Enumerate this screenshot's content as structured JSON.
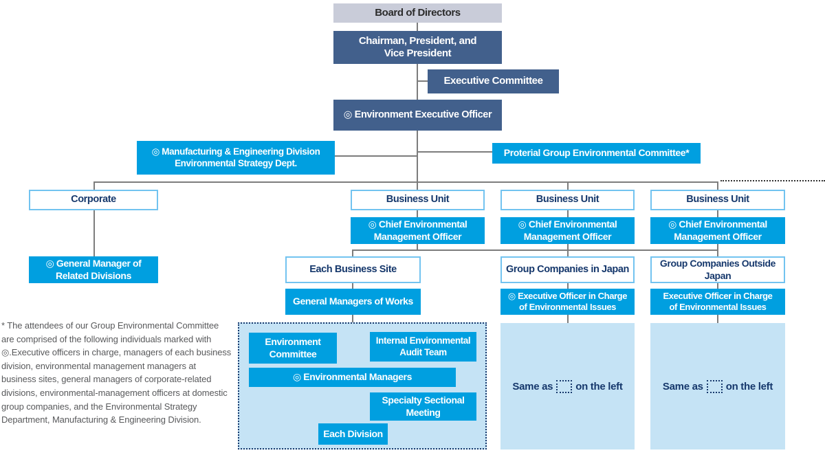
{
  "org": {
    "board": "Board of Directors",
    "chairman": "Chairman, President, and\nVice President",
    "executive_committee": "Executive Committee",
    "environment_executive_officer": "◎ Environment Executive Officer",
    "manufacturing_env_strategy": "◎ Manufacturing & Engineering Division\nEnvironmental Strategy Dept.",
    "proterial_group_env_committee": "Proterial Group Environmental Committee*",
    "corporate": {
      "header": "Corporate",
      "officer": "◎ General Manager of\nRelated Divisions"
    },
    "business_units": [
      {
        "header": "Business Unit",
        "officer": "◎ Chief Environmental\nManagement Officer"
      },
      {
        "header": "Business Unit",
        "officer": "◎ Chief Environmental\nManagement Officer"
      },
      {
        "header": "Business Unit",
        "officer": "◎ Chief Environmental\nManagement Officer"
      }
    ],
    "site_branch": {
      "header": "Each Business Site",
      "officer": "General Managers of Works",
      "environment_committee": "Environment\nCommittee",
      "internal_audit_team": "Internal Environmental\nAudit Team",
      "environmental_managers": "◎ Environmental Managers",
      "specialty_sectional_meeting": "Specialty Sectional\nMeeting",
      "each_division": "Each Division"
    },
    "japan_branch": {
      "header": "Group Companies in Japan",
      "officer": "◎ Executive Officer in Charge\nof Environmental Issues",
      "same_as_prefix": "Same as",
      "same_as_suffix": "on the left"
    },
    "overseas_branch": {
      "header": "Group Companies Outside\nJapan",
      "officer": "Executive Officer in Charge\nof Environmental Issues",
      "same_as_prefix": "Same as",
      "same_as_suffix": "on the left"
    },
    "footnote": "* The attendees of our Group Environmental Committee are comprised of the following individuals marked with ◎.Executive officers in charge, managers of each business division, environmental management managers at business sites, general managers of corporate-related divisions, environmental-management officers at domestic group companies, and the Environmental Strategy Department, Manufacturing & Engineering Division."
  },
  "colors": {
    "dark_navy": "#42608c",
    "bright_blue": "#009fe0",
    "header_gray": "#c9ccd9",
    "panel_light_blue": "#c5e3f5",
    "white_box_border": "#72c3f0",
    "navy_text": "#16386c",
    "connector_gray": "#7c7c7c"
  }
}
